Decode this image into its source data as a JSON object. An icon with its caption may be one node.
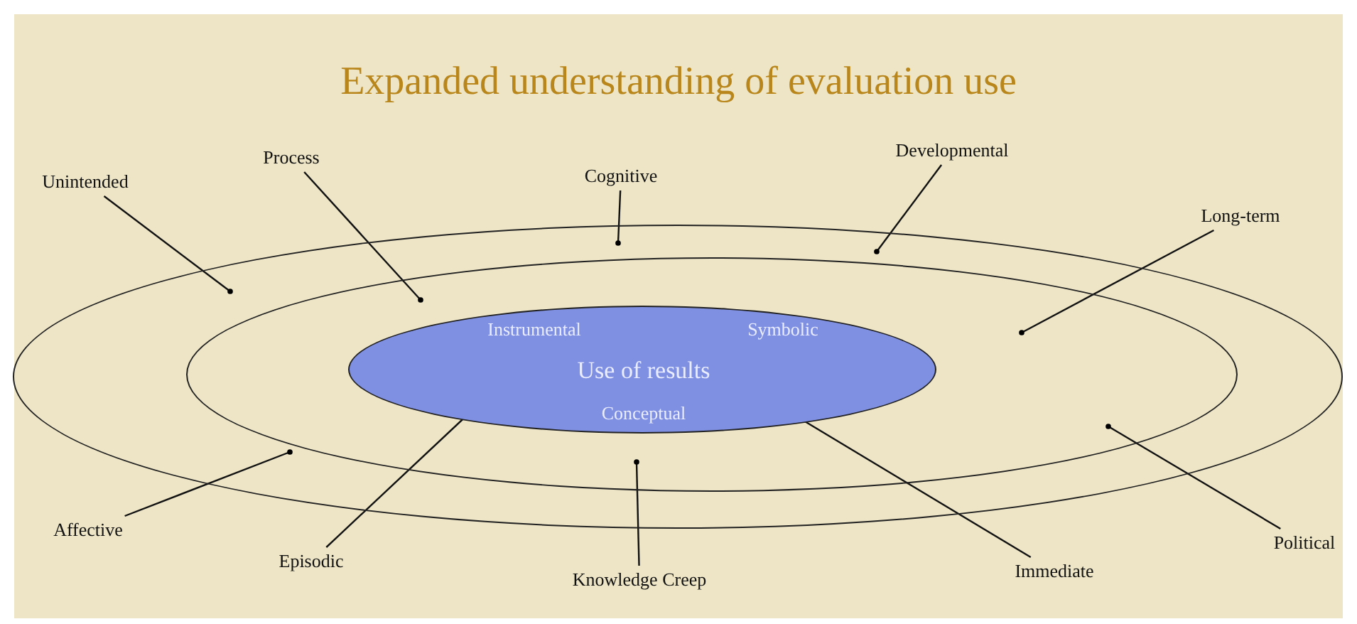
{
  "diagram": {
    "title": "Expanded understanding of evaluation use",
    "nodes": [
      {
        "text": [],
        "shape": "ellipse"
      },
      {
        "text": [],
        "shape": "ellipse",
        "in": 0
      },
      {
        "text": [
          "Instrumental",
          "Symbolic",
          "Use of results",
          "Conceptual"
        ],
        "in": 1
      },
      {
        "text": [
          "Unintended"
        ]
      },
      {
        "text": [
          "Process"
        ]
      },
      {
        "text": [
          "Cognitive"
        ]
      },
      {
        "text": [
          "Developmental"
        ]
      },
      {
        "text": [
          "Long-term"
        ]
      },
      {
        "text": [
          "Affective"
        ]
      },
      {
        "text": [
          "Episodic"
        ]
      },
      {
        "text": [
          "Knowledge Creep"
        ]
      },
      {
        "text": [
          "Immediate"
        ]
      },
      {
        "text": [
          "Political"
        ]
      }
    ],
    "edges": [
      {
        "from": 3,
        "to": 0,
        "arrow": "other"
      },
      {
        "from": 4,
        "to": 1,
        "arrow": "other"
      },
      {
        "from": 5,
        "to": 0,
        "arrow": "other"
      },
      {
        "from": 6,
        "to": 0,
        "arrow": "other"
      },
      {
        "from": 7,
        "to": 1,
        "arrow": "other"
      },
      {
        "from": 8,
        "to": 0,
        "arrow": "other"
      },
      {
        "from": 9,
        "to": 2,
        "arrow": "other"
      },
      {
        "from": 10,
        "to": 1,
        "arrow": "other"
      },
      {
        "from": 11,
        "to": 2,
        "arrow": "other"
      },
      {
        "from": 12,
        "to": 0,
        "arrow": "other"
      }
    ]
  }
}
